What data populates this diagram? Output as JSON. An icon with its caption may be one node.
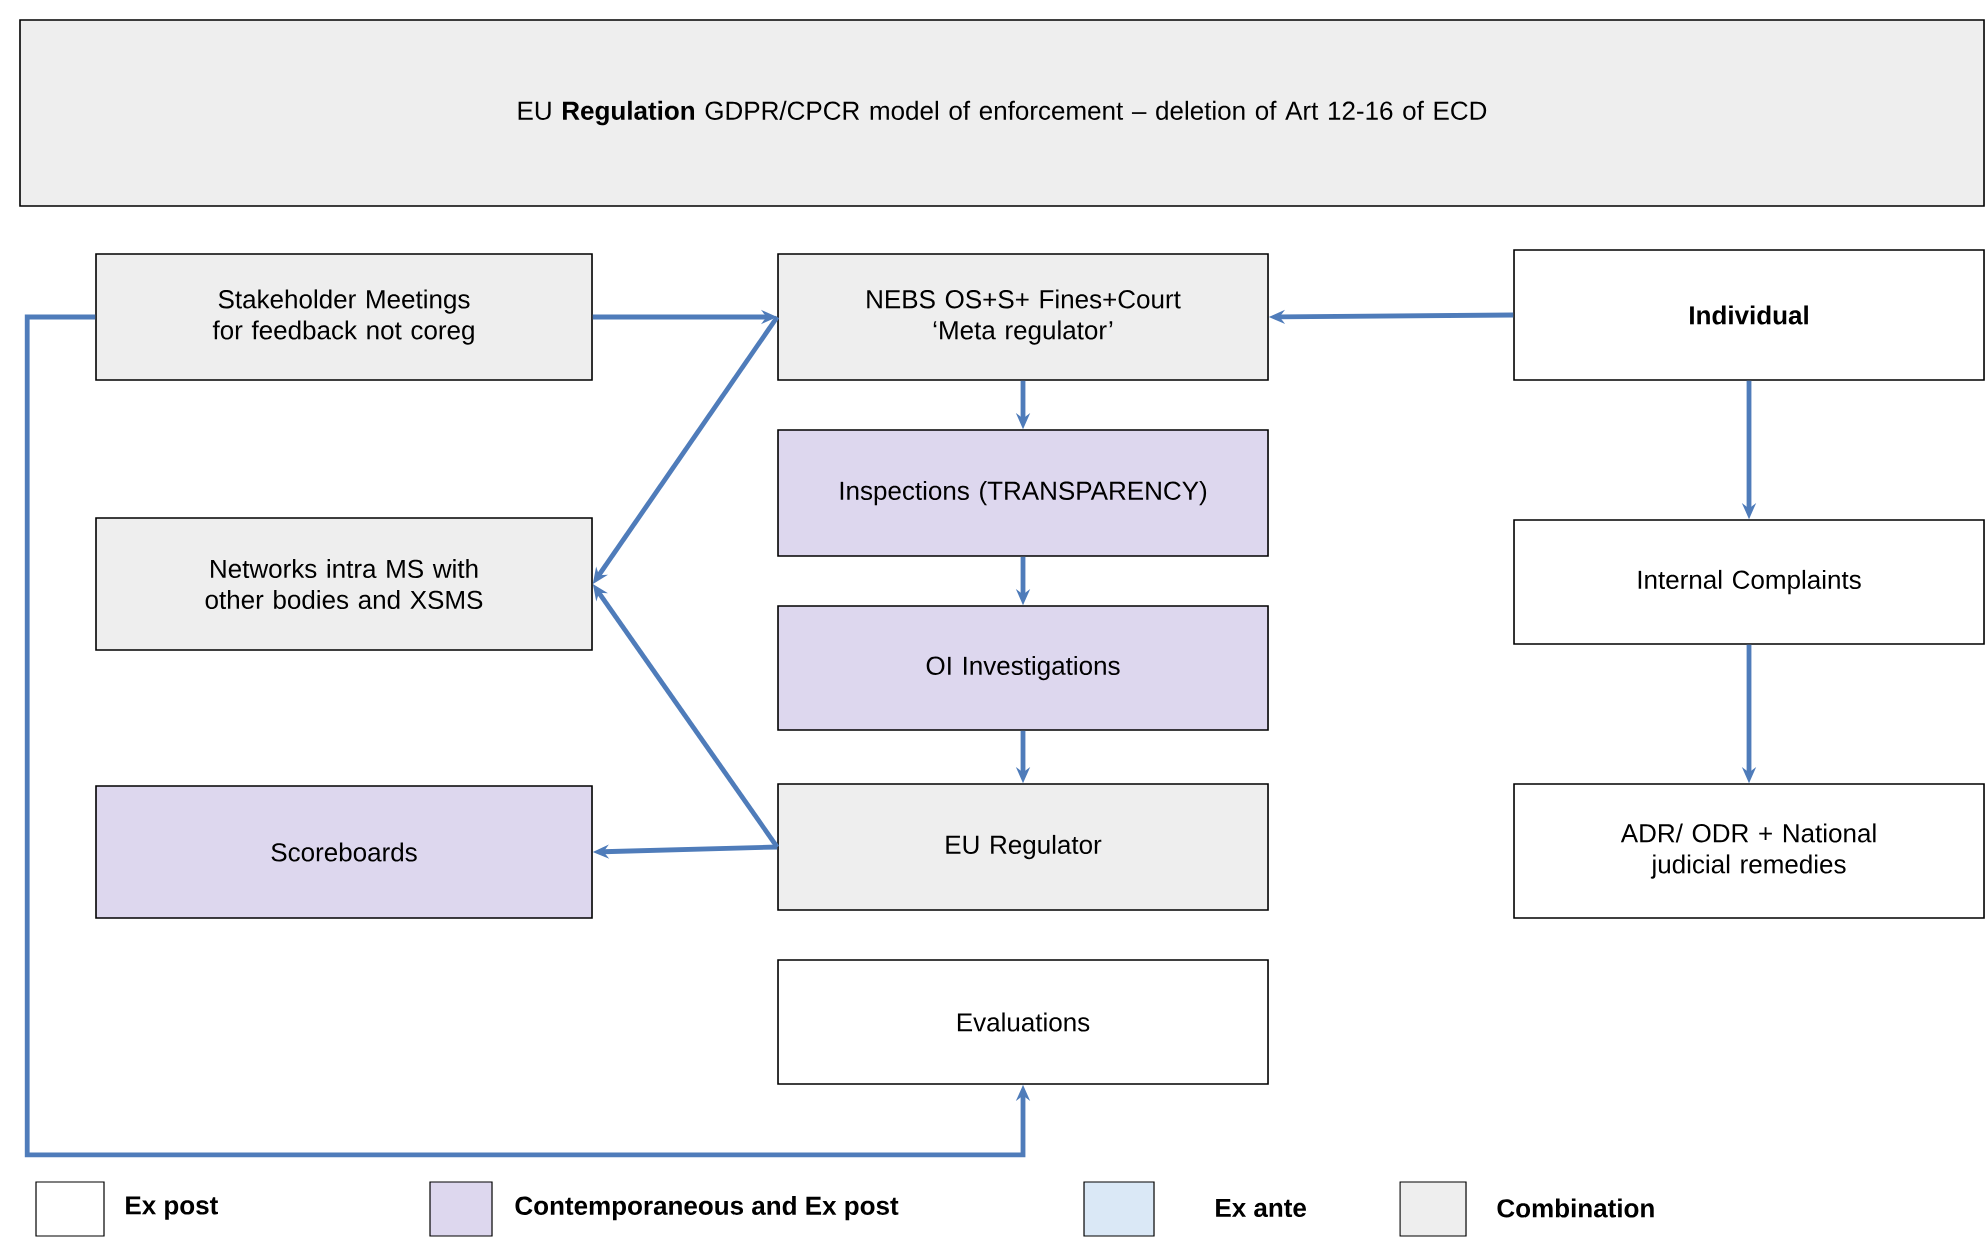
{
  "diagram": {
    "nodes": [
      {
        "text": [
          "EU **Regulation** GDPR/CPCR model of enforcement – deletion of Art 12-16 of ECD"
        ]
      },
      {
        "text": [
          "Stakeholder Meetings for feedback not coreg"
        ]
      },
      {
        "text": [
          "NEBS OS+S+ Fines+Court ‘Meta regulator’"
        ]
      },
      {
        "text": [
          "Individual"
        ]
      },
      {
        "text": [
          "Inspections (TRANSPARENCY)"
        ]
      },
      {
        "text": [
          "Networks intra MS with other bodies and XSMS"
        ]
      },
      {
        "text": [
          "Internal Complaints"
        ]
      },
      {
        "text": [
          "OI Investigations"
        ]
      },
      {
        "text": [
          "Scoreboards"
        ]
      },
      {
        "text": [
          "EU Regulator"
        ]
      },
      {
        "text": [
          "ADR/ ODR + National judicial remedies"
        ]
      },
      {
        "text": [
          "Evaluations"
        ]
      }
    ],
    "edges": [
      {
        "from": 1,
        "to": 2,
        "arrow": "to"
      },
      {
        "from": 3,
        "to": 2,
        "arrow": "to"
      },
      {
        "from": 2,
        "to": 4,
        "arrow": "to"
      },
      {
        "from": 2,
        "to": 5,
        "arrow": "to"
      },
      {
        "from": 4,
        "to": 7,
        "arrow": "to"
      },
      {
        "from": 7,
        "to": 9,
        "arrow": "to"
      },
      {
        "from": 9,
        "to": 8,
        "arrow": "to"
      },
      {
        "from": 9,
        "to": 5,
        "arrow": "to"
      },
      {
        "from": 3,
        "to": 6,
        "arrow": "to"
      },
      {
        "from": 6,
        "to": 10,
        "arrow": "to"
      },
      {
        "from": 1,
        "to": 11,
        "arrow": "to"
      }
    ],
    "legend": [
      {
        "text": "Ex post"
      },
      {
        "text": "Contemporaneous and Ex post"
      },
      {
        "text": "Ex ante"
      },
      {
        "text": "Combination"
      }
    ]
  }
}
